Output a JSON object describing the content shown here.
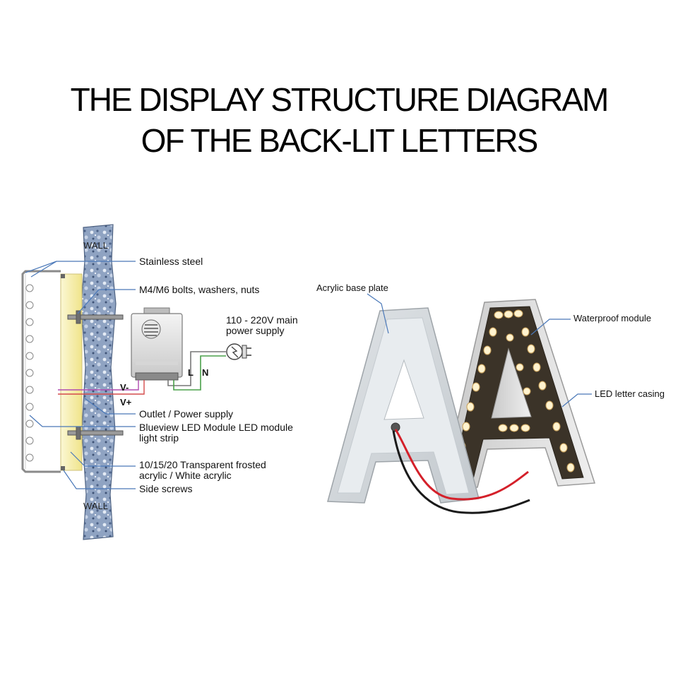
{
  "title": {
    "line1": "THE DISPLAY STRUCTURE DIAGRAM",
    "line2": "OF THE BACK-LIT LETTERS"
  },
  "left_diagram": {
    "wall_top": "WALL",
    "wall_bottom": "WALL",
    "wire_minus": "V-",
    "wire_plus": "V+",
    "wire_l": "L",
    "wire_n": "N",
    "callouts": {
      "stainless_steel": "Stainless steel",
      "bolts": "M4/M6 bolts, washers, nuts",
      "mains_1": "110 - 220V main",
      "mains_2": "power supply",
      "outlet": "Outlet / Power supply",
      "module_1": "Blueview LED Module LED module",
      "module_2": "light strip",
      "acrylic_1": "10/15/20 Transparent frosted",
      "acrylic_2": "acrylic / White acrylic",
      "side_screws": "Side screws"
    }
  },
  "right_diagram": {
    "callouts": {
      "acrylic_base": "Acrylic base plate",
      "waterproof": "Waterproof module",
      "casing": "LED letter casing"
    }
  },
  "colors": {
    "wall": "#7f95b5",
    "acrylic_glow": "#f7f0a8",
    "leader": "#4a78b8",
    "wire_red": "#d4202a",
    "wire_black": "#1a1a1a",
    "led_warm": "#fff3cf"
  }
}
